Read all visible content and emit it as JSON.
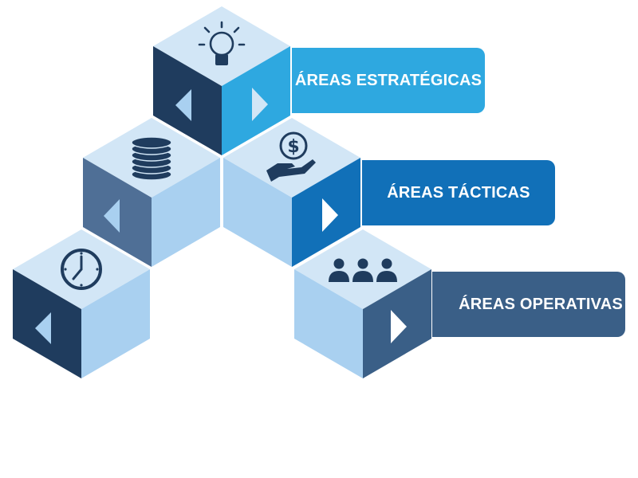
{
  "labels": {
    "estrategicas": "ÁREAS ESTRATÉGICAS",
    "tacticas": "ÁREAS TÁCTICAS",
    "operativas": "ÁREAS OPERATIVAS"
  },
  "colors": {
    "estrategicas_label": "#2ea8e0",
    "tacticas_label": "#1170b8",
    "operativas_label": "#3a5f87",
    "cube_top": "#d2e6f6",
    "cube_light_face": "#a9d0f0",
    "navy": "#1f3c5e",
    "cyan": "#2ea8e0",
    "steel": "#4f6f96",
    "blue": "#1170b8",
    "icon": "#1f3c5e"
  },
  "icons": {
    "estrategicas": "lightbulb-icon",
    "tacticas": "money-hand-icon",
    "operativas": "people-icon",
    "middle_left": "coin-stack-icon",
    "bottom_left": "clock-icon"
  }
}
